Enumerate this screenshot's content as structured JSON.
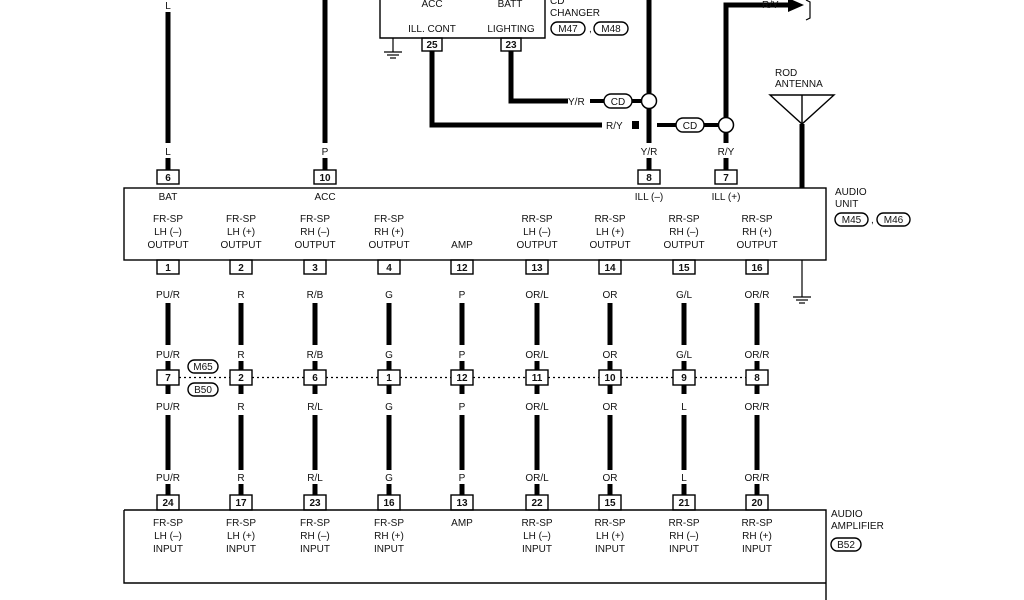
{
  "top_unit": {
    "acc": "ACC",
    "batt": "BATT",
    "ill_cont": "ILL. CONT",
    "lighting": "LIGHTING",
    "pin_ill": "25",
    "pin_lighting": "23"
  },
  "cd_changer": {
    "label": "CD\nCHANGER",
    "conn1": "M47",
    "conn2": "M48",
    "sep": ","
  },
  "wires_top": {
    "left_l": "L",
    "yr": "Y/R",
    "ry": "R/Y",
    "cd": "CD",
    "ry_top": "R/Y"
  },
  "rod_antenna": "ROD\nANTENNA",
  "audio_unit": {
    "label": "AUDIO\nUNIT",
    "conn1": "M45",
    "conn2": "M46",
    "sep": ",",
    "top_pins": [
      {
        "pin": "6",
        "wire": "L",
        "name": "BAT"
      },
      {
        "pin": "10",
        "wire": "P",
        "name": "ACC"
      },
      {
        "pin": "8",
        "wire": "Y/R",
        "name": "ILL (–)"
      },
      {
        "pin": "7",
        "wire": "R/Y",
        "name": "ILL (+)"
      }
    ],
    "outputs": [
      {
        "label": "FR-SP\nLH (–)\nOUTPUT",
        "pin": "1"
      },
      {
        "label": "FR-SP\nLH (+)\nOUTPUT",
        "pin": "2"
      },
      {
        "label": "FR-SP\nRH (–)\nOUTPUT",
        "pin": "3"
      },
      {
        "label": "FR-SP\nRH (+)\nOUTPUT",
        "pin": "4"
      },
      {
        "label": "AMP",
        "pin": "12"
      },
      {
        "label": "RR-SP\nLH (–)\nOUTPUT",
        "pin": "13"
      },
      {
        "label": "RR-SP\nLH (+)\nOUTPUT",
        "pin": "14"
      },
      {
        "label": "RR-SP\nRH (–)\nOUTPUT",
        "pin": "15"
      },
      {
        "label": "RR-SP\nRH (+)\nOUTPUT",
        "pin": "16"
      }
    ]
  },
  "junction": {
    "conn1": "M65",
    "conn2": "B50",
    "wire_upper": [
      "PU/R",
      "R",
      "R/B",
      "G",
      "P",
      "OR/L",
      "OR",
      "G/L",
      "OR/R"
    ],
    "pins": [
      "7",
      "2",
      "6",
      "1",
      "12",
      "11",
      "10",
      "9",
      "8"
    ],
    "wire_lower": [
      "PU/R",
      "R",
      "R/L",
      "G",
      "P",
      "OR/L",
      "OR",
      "L",
      "OR/R"
    ]
  },
  "top_wire_codes": [
    "PU/R",
    "R",
    "R/B",
    "G",
    "P",
    "OR/L",
    "OR",
    "G/L",
    "OR/R"
  ],
  "bottom_wire_codes": [
    "PU/R",
    "R",
    "R/L",
    "G",
    "P",
    "OR/L",
    "OR",
    "L",
    "OR/R"
  ],
  "audio_amplifier": {
    "label": "AUDIO\nAMPLIFIER",
    "conn": "B52",
    "inputs": [
      {
        "label": "FR-SP\nLH (–)\nINPUT",
        "pin": "24"
      },
      {
        "label": "FR-SP\nLH (+)\nINPUT",
        "pin": "17"
      },
      {
        "label": "FR-SP\nRH (–)\nINPUT",
        "pin": "23"
      },
      {
        "label": "FR-SP\nRH (+)\nINPUT",
        "pin": "16"
      },
      {
        "label": "AMP",
        "pin": "13"
      },
      {
        "label": "RR-SP\nLH (–)\nINPUT",
        "pin": "22"
      },
      {
        "label": "RR-SP\nLH (+)\nINPUT",
        "pin": "15"
      },
      {
        "label": "RR-SP\nRH (–)\nINPUT",
        "pin": "21"
      },
      {
        "label": "RR-SP\nRH (+)\nINPUT",
        "pin": "20"
      }
    ]
  }
}
